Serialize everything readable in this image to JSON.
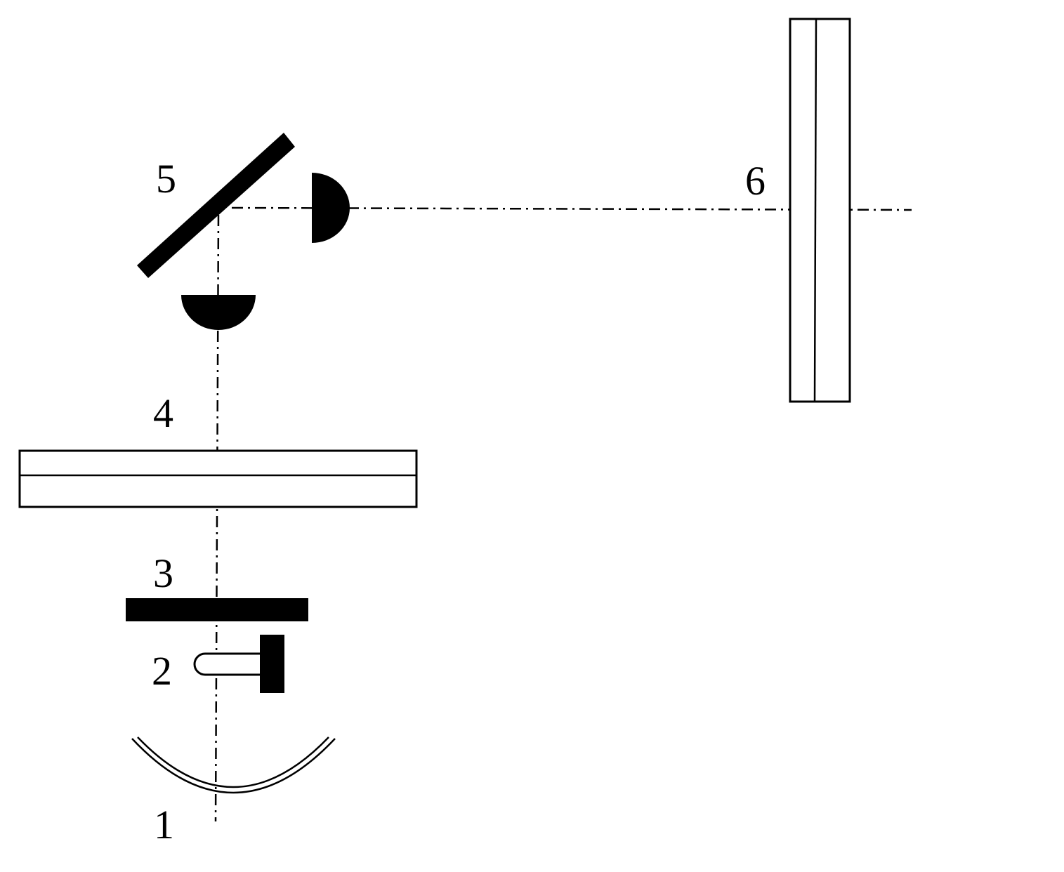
{
  "diagram": {
    "labels": {
      "reflector": "1",
      "lamp": "2",
      "filter": "3",
      "glass_plate": "4",
      "mirror": "5",
      "screen": "6"
    },
    "colors": {
      "ink": "#000000",
      "paper": "#ffffff"
    }
  }
}
